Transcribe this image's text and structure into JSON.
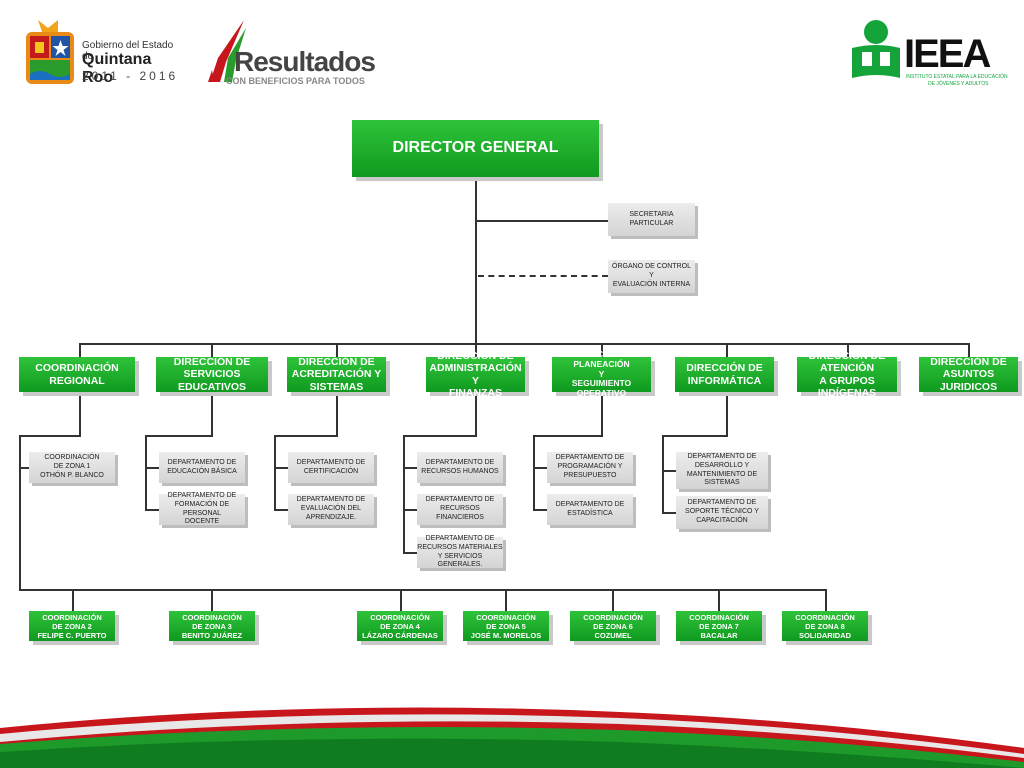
{
  "header": {
    "gov_line1": "Gobierno del Estado de",
    "gov_line2": "Quintana Roo",
    "gov_line3": "2011 - 2016",
    "res_title": "Resultados",
    "res_sub": "CON BENEFICIOS PARA TODOS",
    "ieea_title": "IEEA",
    "ieea_sub1": "INSTITUTO ESTATAL PARA LA EDUCACIÓN",
    "ieea_sub2": "DE JÓVENES Y ADULTOS"
  },
  "chart": {
    "director": "DIRECTOR GENERAL",
    "staff": [
      "SECRETARIA\nPARTICULAR",
      "ÓRGANO DE CONTROL\nY\nEVALUACIÓN INTERNA"
    ],
    "directions": [
      "COORDINACIÓN\nREGIONAL",
      "DIRECCIÓN DE\nSERVICIOS EDUCATIVOS",
      "DIRECCIÓN DE\nACREDITACIÓN Y\nSISTEMAS",
      "DIRECCIÓN DE\nADMINISTRACIÓN Y\nFINANZAS",
      "DIRECCIÓN DE PLANEACIÓN\nY\nSEGUIMIENTO OPERATIVO",
      "DIRECCIÓN DE\nINFORMÁTICA",
      "DIRECCIÓN DE\nATENCIÓN\nA GRUPOS INDÍGENAS",
      "DIRECCIÓN DE\nASUNTOS  JURIDICOS"
    ],
    "coord_regional_dept": "COORDINACIÓN\nDE ZONA  1\nOTHÓN P. BLANCO",
    "servicios_depts": [
      "DEPARTAMENTO DE\nEDUCACIÓN BÁSICA",
      "DEPARTAMENTO DE\nFORMACIÓN DE PERSONAL\nDOCENTE"
    ],
    "acreditacion_depts": [
      "DEPARTAMENTO DE\nCERTIFICACIÓN",
      "DEPARTAMENTO DE\nEVALUACIÓN DEL\nAPRENDIZAJE."
    ],
    "administracion_depts": [
      "DEPARTAMENTO DE\nRECURSOS HUMANOS",
      "DEPARTAMENTO DE\nRECURSOS\nFINANCIEROS",
      "DEPARTAMENTO DE\nRECURSOS MATERIALES\nY SERVICIOS GENERALES."
    ],
    "planeacion_depts": [
      "DEPARTAMENTO DE\nPROGRAMACIÓN Y\nPRESUPUESTO",
      "DEPARTAMENTO DE\nESTADÍSTICA"
    ],
    "informatica_depts": [
      "DEPARTAMENTO DE\nDESARROLLO Y\nMANTENIMIENTO DE\nSISTEMAS",
      "DEPARTAMENTO DE\nSOPORTE TÉCNICO Y\nCAPACITACIÓN"
    ],
    "zones": [
      "COORDINACIÓN\nDE ZONA  2\nFELIPE C. PUERTO",
      "COORDINACIÓN\nDE ZONA  3\nBENITO JUÁREZ",
      "COORDINACIÓN\nDE ZONA  4\nLÁZARO CÁRDENAS",
      "COORDINACIÓN\nDE ZONA  5\nJOSÉ M. MORELOS",
      "COORDINACIÓN\nDE ZONA  6\nCOZUMEL",
      "COORDINACIÓN\nDE ZONA  7\nBACALAR",
      "COORDINACIÓN\nDE ZONA  8\nSOLIDARIDAD"
    ]
  }
}
